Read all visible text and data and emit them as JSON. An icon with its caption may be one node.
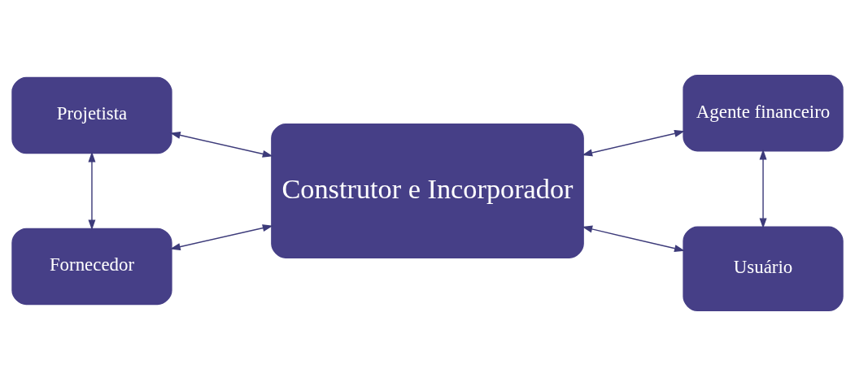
{
  "diagram": {
    "nodes": [
      {
        "text": [
          "Projetista"
        ]
      },
      {
        "text": [
          "Fornecedor"
        ]
      },
      {
        "text": [
          "Construtor e Incorporador"
        ]
      },
      {
        "text": [
          "Usuário"
        ]
      },
      {
        "text": [
          "Agente financeiro"
        ]
      }
    ],
    "edges": [
      {
        "from": 0,
        "to": 2,
        "arrow": "both"
      },
      {
        "from": 0,
        "to": 1,
        "arrow": "both"
      },
      {
        "from": 1,
        "to": 2,
        "arrow": "both"
      },
      {
        "from": 2,
        "to": 3,
        "arrow": "both"
      },
      {
        "from": 2,
        "to": 4,
        "arrow": "both"
      },
      {
        "from": 4,
        "to": 3,
        "arrow": "both"
      }
    ]
  }
}
